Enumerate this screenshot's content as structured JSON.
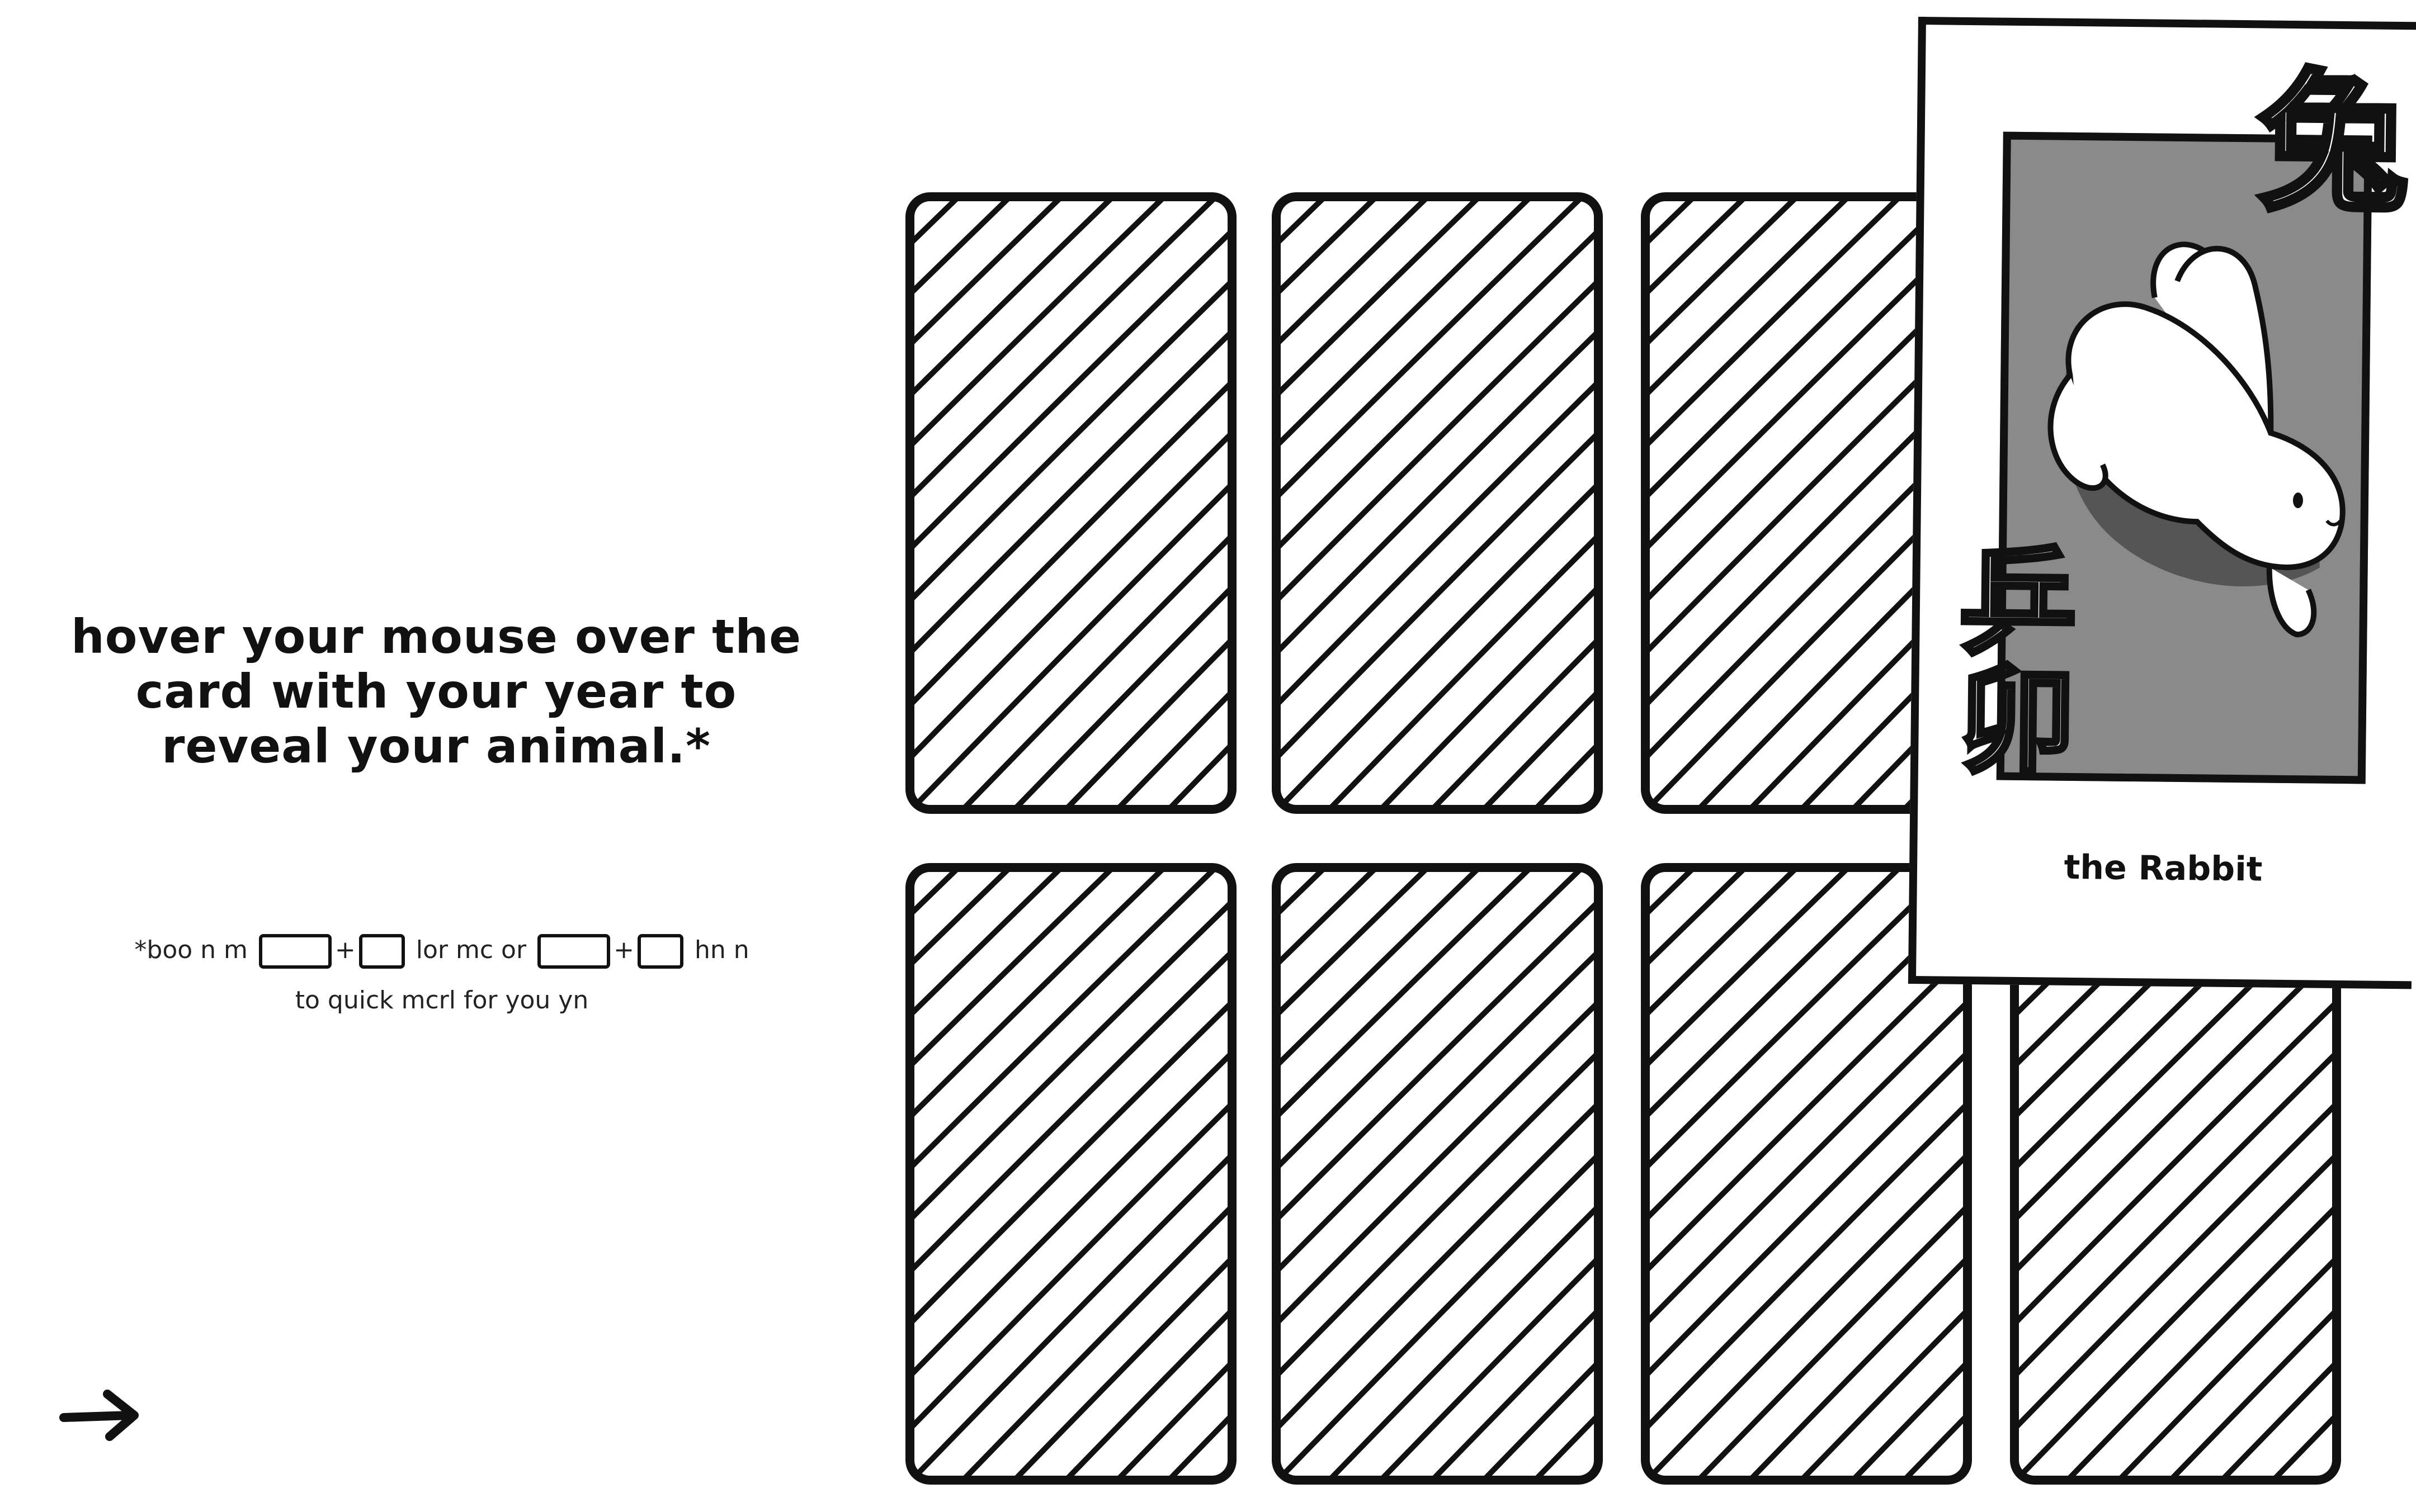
{
  "instructions": {
    "text": "hover your mouse over the card with your year to reveal your animal.*"
  },
  "footnote": {
    "line1_start": "*boo n m",
    "plus": "+",
    "line1_mid": "lor mc or",
    "line1_end": "hn n",
    "line2": "to quick mcrl for you yn"
  },
  "navigation": {
    "next_icon": "right-arrow-icon"
  },
  "cards": {
    "count": 8,
    "back_pattern": "diagonal-hatch"
  },
  "revealed_card": {
    "zodiac_character": "兔",
    "vertical_text": [
      "乒",
      "卯"
    ],
    "animal_name": "the Rabbit",
    "art": "rabbit-illustration"
  },
  "colors": {
    "background": "#ffffff",
    "ink": "#111111",
    "art_panel": "#8a8a8a"
  }
}
